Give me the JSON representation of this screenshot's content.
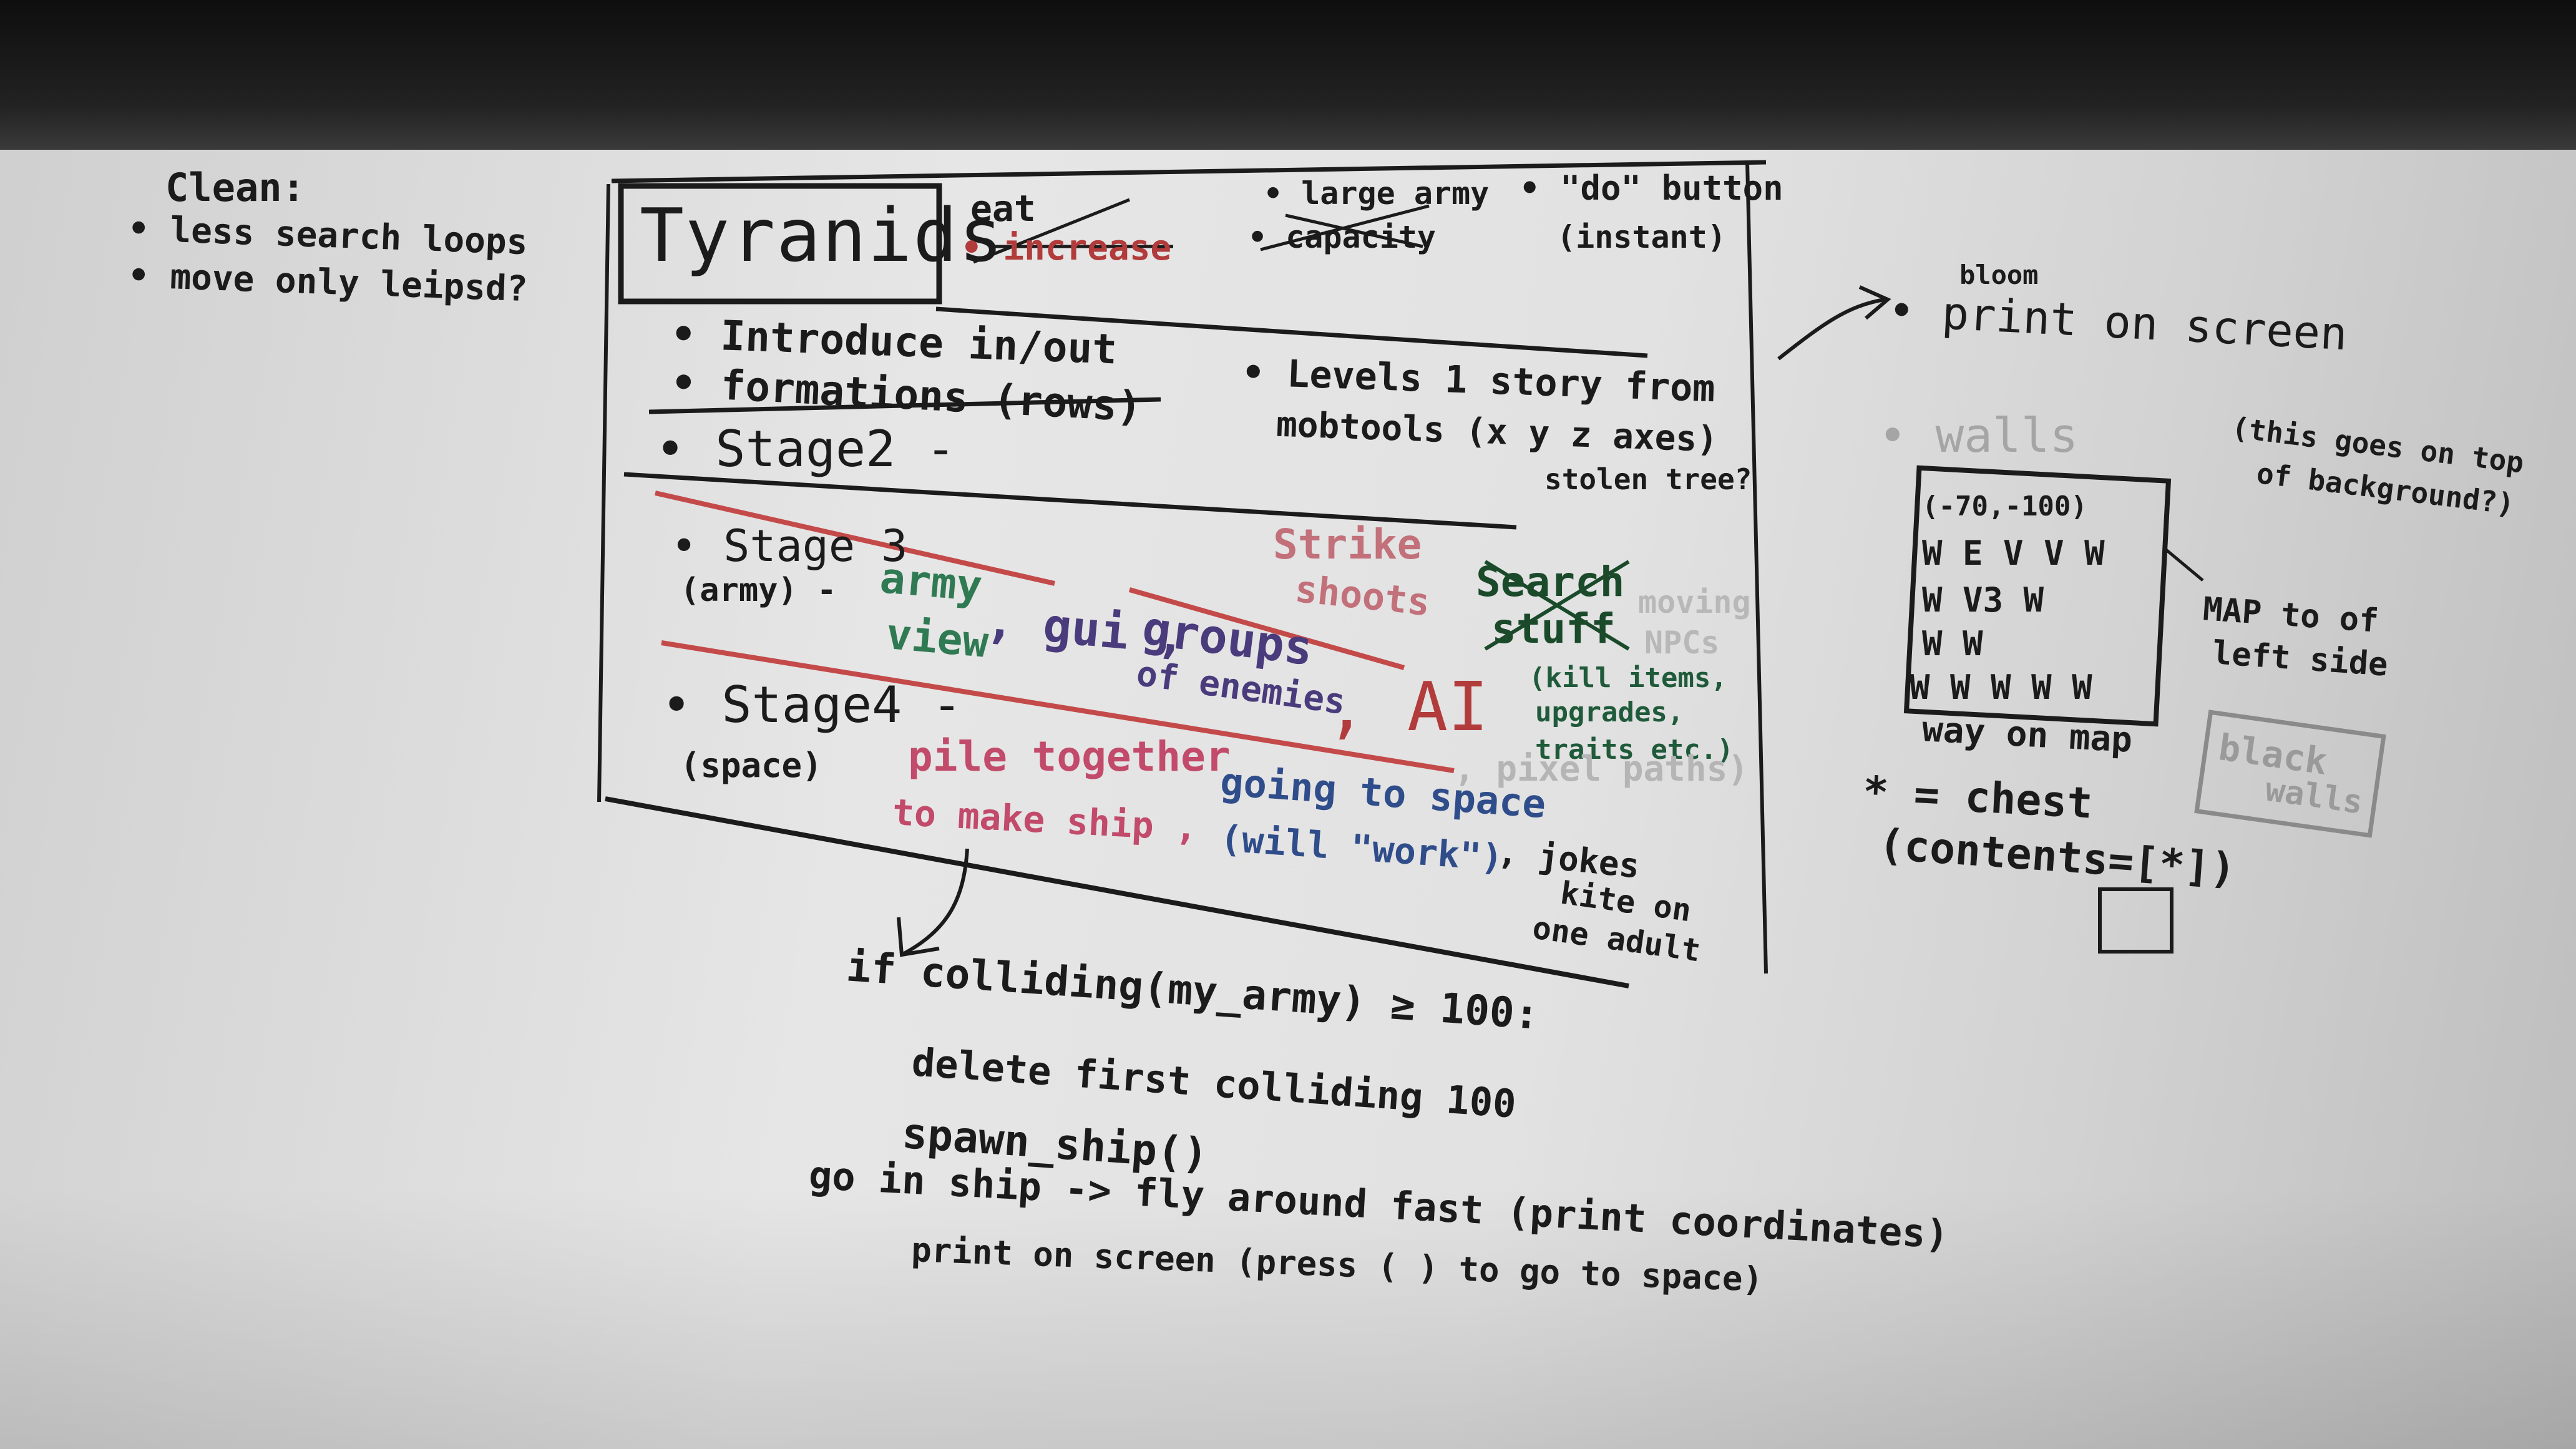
{
  "clean_note": {
    "heading": "Clean:",
    "items": [
      "• less search loops",
      "• move only leipsd?"
    ]
  },
  "title_box": "Tyranids",
  "header_items": {
    "eat": "eat",
    "eat_struck": "• increase",
    "large_army": "• large army",
    "large_army_struck": "• capacity",
    "do_button": "• \"do\" button",
    "do_button_note": "(instant)"
  },
  "intro": {
    "line1": "• Introduce in/out",
    "line2": "• formations (rows)",
    "levels1": "• Levels 1 story from",
    "levels2": "mobtools (x y z axes)",
    "levels3": "stolen tree?"
  },
  "stage2": "• Stage2 -",
  "stage3": {
    "label": "• Stage 3",
    "sub": "(army) -",
    "army_view1": "army",
    "army_view2": "view",
    "gui": ", gui ,",
    "groups1": "groups",
    "groups2": "of enemies",
    "ai": ", AI",
    "strike1": "Strike",
    "strike2": "shoots",
    "search_struck1": "Search",
    "search_struck2": "stuff",
    "moving_npcs1": "moving",
    "moving_npcs2": "NPCs",
    "kill_items1": "(kill items,",
    "kill_items2": "upgrades,",
    "kill_items3": "traits etc.)",
    "pixel_paths": ", pixel paths)"
  },
  "stage4": {
    "label": "• Stage4 -",
    "sub": "(space)",
    "pile1": "pile together",
    "pile2": "to make ship ,",
    "space1": "going to space",
    "space2": "(will \"work\")",
    "jokes1": ", jokes",
    "jokes2": "kite on",
    "jokes3": "one adult"
  },
  "code": {
    "line1": "if colliding(my_army) ≥ 100:",
    "line2": "delete first colliding 100",
    "line3": "spawn_ship()",
    "line4": "go in ship -> fly around fast (print coordinates)",
    "line5": "print on screen (press ( ) to go to space)"
  },
  "right": {
    "bloom": "bloom",
    "print_on_screen": "• print on screen",
    "walls": "• walls",
    "background1": "(this goes on top",
    "background2": "of background?)",
    "grid_coords": "(-70,-100)",
    "grid_row1": "W  E V V W",
    "grid_row2": "W      V3 W",
    "grid_row3": "W         W",
    "grid_row4": "W W   W W W",
    "map_note1": "MAP to of",
    "map_note2": "left side",
    "way_on_map": "way on map",
    "black_walls1": "black",
    "black_walls2": "walls",
    "chest1": "* = chest",
    "chest2": "(contents=[*])"
  }
}
